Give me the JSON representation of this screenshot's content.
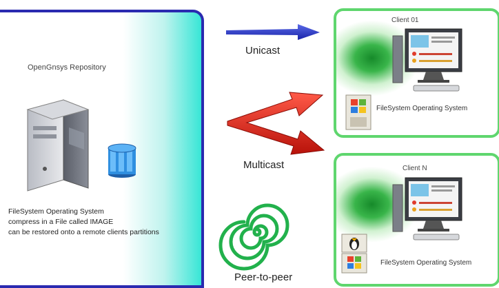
{
  "repository": {
    "title": "OpenGnsys Repository",
    "description": [
      "FileSystem Operating System",
      "compress in a File called IMAGE",
      "can be restored onto a remote clients partitions"
    ]
  },
  "transfer_methods": {
    "unicast": "Unicast",
    "multicast": "Multicast",
    "peer_to_peer": "Peer-to-peer"
  },
  "clients": [
    {
      "title": "Client 01",
      "os_label": "FileSystem Operating System"
    },
    {
      "title": "Client N",
      "os_label": "FileSystem Operating System"
    }
  ],
  "colors": {
    "repository_border": "#2a2ab0",
    "client_border": "#5fd66e",
    "unicast_arrow": "#2233cc",
    "multicast_arrow": "#e01a10",
    "spiral": "#22b14c"
  }
}
